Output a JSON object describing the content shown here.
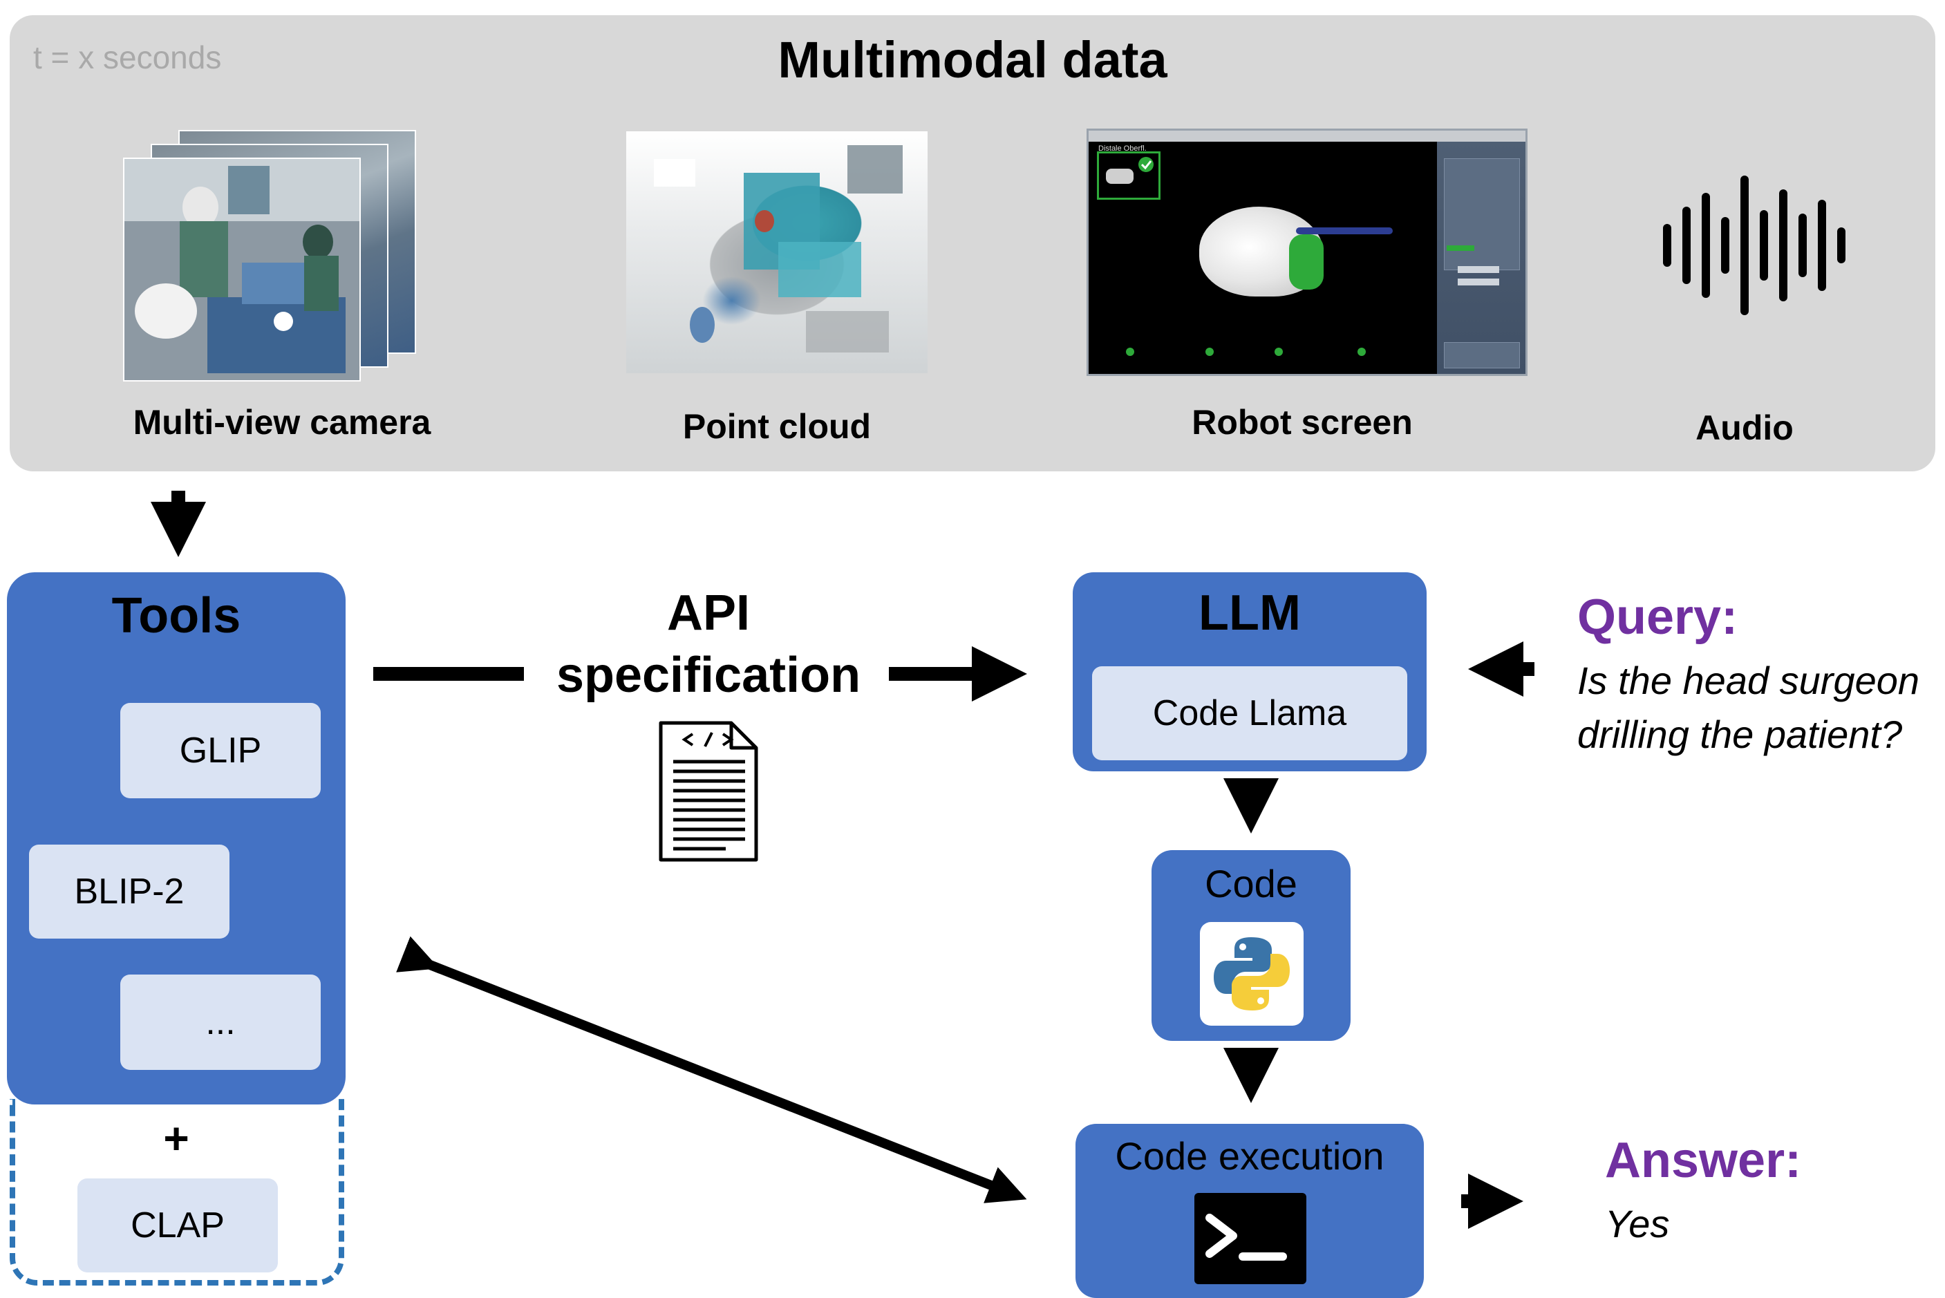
{
  "multimodal": {
    "time_label": "t = x seconds",
    "title": "Multimodal data",
    "modalities": [
      {
        "label": "Multi-view camera"
      },
      {
        "label": "Point cloud"
      },
      {
        "label": "Robot screen"
      },
      {
        "label": "Audio"
      }
    ],
    "robot_screen_caption": "Distale Oberfl."
  },
  "tools": {
    "title": "Tools",
    "items": [
      "GLIP",
      "BLIP-2",
      "..."
    ],
    "extra_symbol": "+",
    "extra_item": "CLAP"
  },
  "api": {
    "title_line1": "API",
    "title_line2": "specification"
  },
  "llm": {
    "title": "LLM",
    "model": "Code Llama"
  },
  "code": {
    "title": "Code"
  },
  "execution": {
    "title": "Code execution"
  },
  "query": {
    "heading": "Query:",
    "line1": "Is the head surgeon",
    "line2": "drilling the patient?"
  },
  "answer": {
    "heading": "Answer:",
    "text": "Yes"
  },
  "colors": {
    "panel_gray": "#d8d8d8",
    "box_blue": "#4472c4",
    "chip_light_blue": "#dae3f3",
    "dashed_blue": "#2e75b6",
    "heading_purple": "#7030a0"
  }
}
